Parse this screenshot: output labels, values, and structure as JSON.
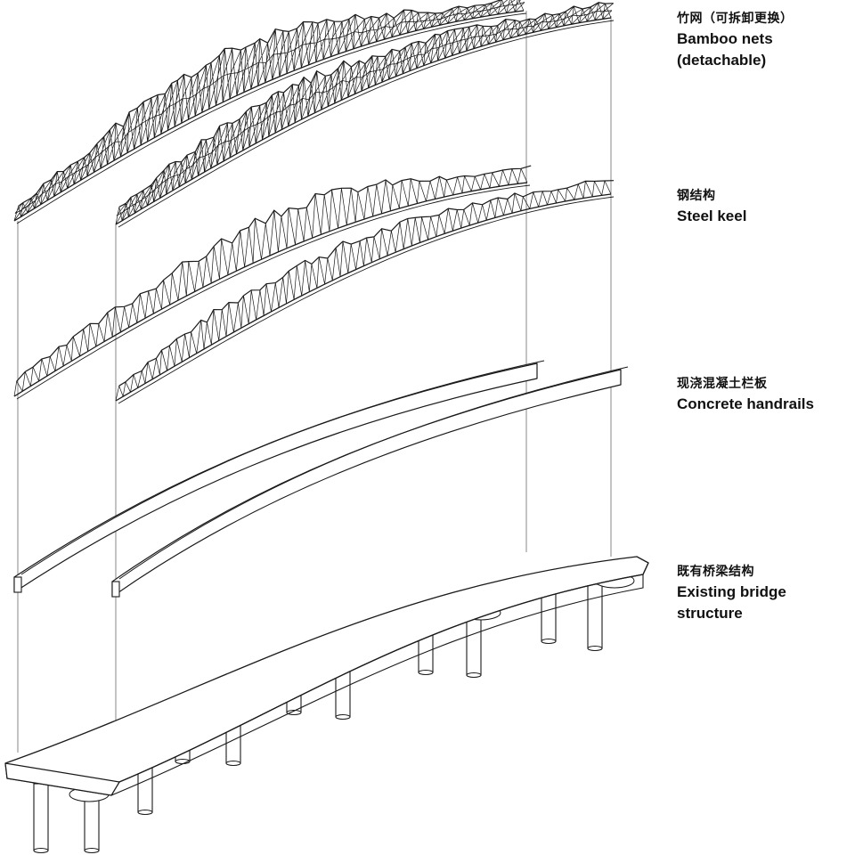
{
  "layers": [
    {
      "cn": "竹网（可拆卸更换）",
      "en": "Bamboo nets\n(detachable)"
    },
    {
      "cn": "钢结构",
      "en": "Steel keel"
    },
    {
      "cn": "现浇混凝土栏板",
      "en": "Concrete handrails"
    },
    {
      "cn": "既有桥梁结构",
      "en": "Existing bridge structure"
    }
  ],
  "colors": {
    "line": "#1a1a1a",
    "guide": "#555555",
    "fill": "#ffffff"
  }
}
